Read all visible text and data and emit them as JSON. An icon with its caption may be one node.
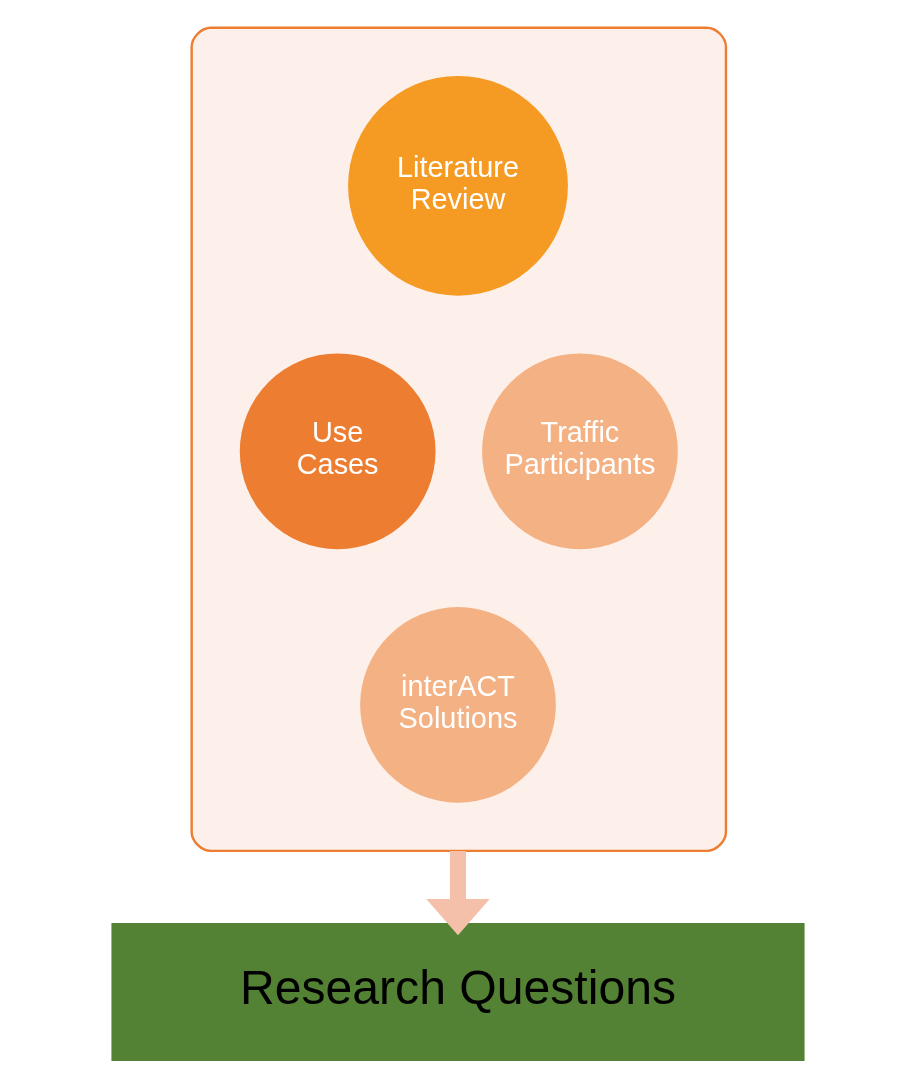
{
  "diagram": {
    "nodes": [
      {
        "text": [],
        "shape": "funnel"
      },
      {
        "text": [
          "Literature Review"
        ],
        "in": 0
      },
      {
        "text": [
          "Use Cases"
        ],
        "in": 0
      },
      {
        "text": [
          "Traffic Participants"
        ],
        "in": 0
      },
      {
        "text": [
          "interACT Solutions"
        ],
        "in": 0
      },
      {
        "text": [
          "Research Questions"
        ]
      }
    ],
    "edges": [
      {
        "from": 0,
        "to": 5,
        "arrow": "to",
        "color": "#f4c0aa"
      }
    ]
  }
}
